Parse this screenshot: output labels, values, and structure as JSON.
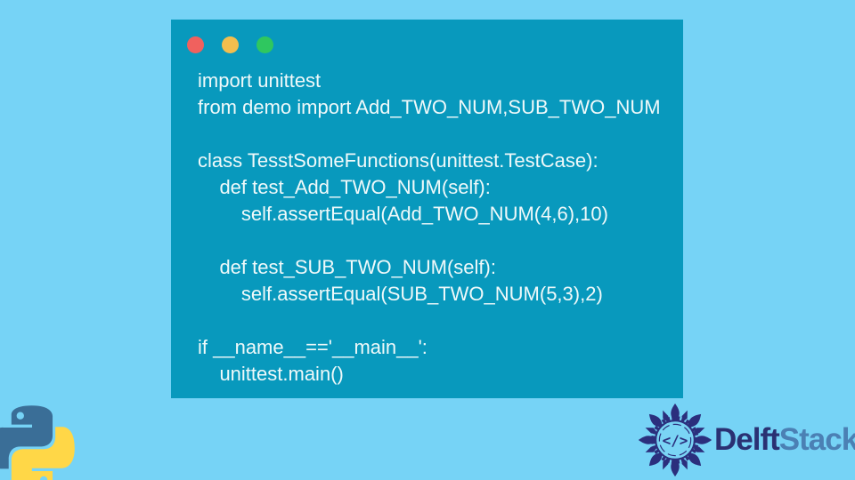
{
  "page": {
    "background_color": "#76D3F6"
  },
  "card": {
    "background_color": "#0899BD",
    "text_color": "#EFF9FA",
    "window_dots": [
      {
        "name": "red",
        "color": "#F0615E"
      },
      {
        "name": "yellow",
        "color": "#F2BE4E"
      },
      {
        "name": "green",
        "color": "#2FC75F"
      }
    ],
    "code_lines": [
      "import unittest",
      "from demo import Add_TWO_NUM,SUB_TWO_NUM",
      "",
      "class TesstSomeFunctions(unittest.TestCase):",
      "    def test_Add_TWO_NUM(self):",
      "        self.assertEqual(Add_TWO_NUM(4,6),10)",
      "",
      "    def test_SUB_TWO_NUM(self):",
      "        self.assertEqual(SUB_TWO_NUM(5,3),2)",
      "",
      "if __name__=='__main__':",
      "    unittest.main()"
    ]
  },
  "branding": {
    "python_logo": {
      "blue_color": "#3A6E97",
      "yellow_color": "#FFD747"
    },
    "delftstack": {
      "badge_color": "#2B2F7D",
      "badge_icon": "</>",
      "name_part1": "Delft",
      "name_part2": "Stack",
      "part1_color": "#2A3173",
      "part2_color": "#4B80B4"
    }
  }
}
